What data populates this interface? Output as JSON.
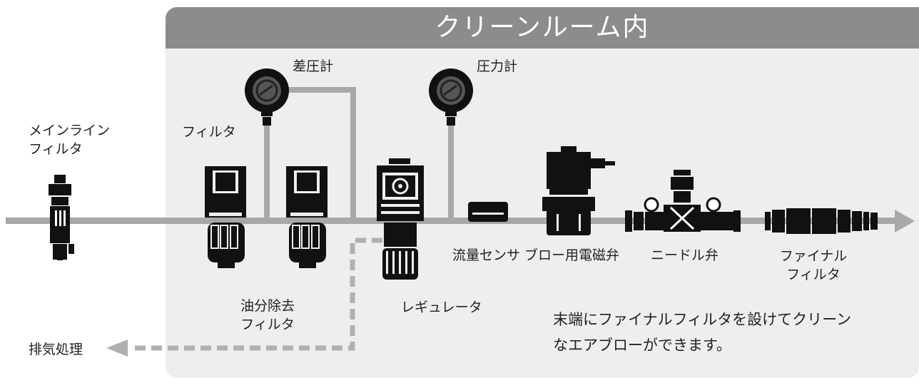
{
  "cleanroom": {
    "title": "クリーンルーム内"
  },
  "labels": {
    "main_line_filter": "メインライン\nフィルタ",
    "filter": "フィルタ",
    "diff_pressure_gauge": "差圧計",
    "pressure_gauge": "圧力計",
    "oil_removal_filter": "油分除去\nフィルタ",
    "regulator": "レギュレータ",
    "flow_sensor": "流量センサ",
    "blow_solenoid_valve": "ブロー用電磁弁",
    "needle_valve": "ニードル弁",
    "final_filter": "ファイナル\nフィルタ",
    "exhaust_treatment": "排気処理"
  },
  "note": "末端にファイナルフィルタを設けてクリーン\nなエアブローができます。",
  "colors": {
    "panel_bg": "#eeeeee",
    "title_bar": "#8c8c8c",
    "pipe": "#a8a8a8",
    "component": "#111111",
    "exhaust_dash": "#b0b0b0"
  }
}
